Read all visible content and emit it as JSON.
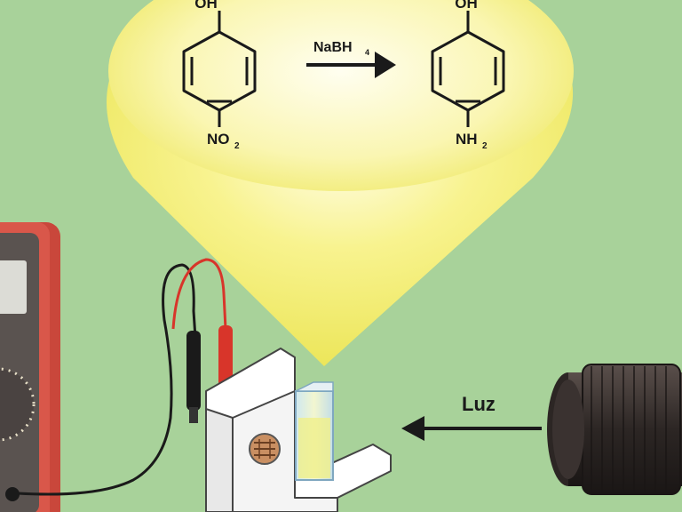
{
  "reaction": {
    "reactant": {
      "top_group": "OH",
      "bottom_group_main": "NO",
      "bottom_group_sub": "2"
    },
    "reagent": {
      "main": "NaBH",
      "sub": "4"
    },
    "product": {
      "top_group": "OH",
      "bottom_group_main": "NH",
      "bottom_group_sub": "2"
    }
  },
  "light_label": "Luz",
  "colors": {
    "background": "#a8d29a",
    "light_cone": "#f4ee7a",
    "multimeter_body": "#d9574a",
    "probe_red": "#d8352a",
    "probe_black": "#1a1a1a",
    "holder": "#f4f4f4",
    "cuvette_liquid": "#f0f08a"
  },
  "icons": [
    "multimeter-icon",
    "light-source-lens-icon",
    "photoresistor-icon",
    "cuvette-icon"
  ]
}
